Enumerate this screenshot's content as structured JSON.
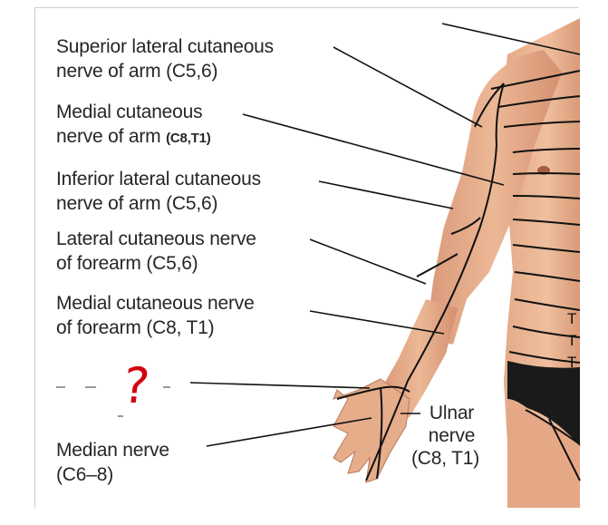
{
  "labels": {
    "superior_lateral": {
      "line1": "Superior lateral cutaneous",
      "line2": "nerve of arm (C5,6)"
    },
    "medial_arm": {
      "line1": "Medial cutaneous",
      "line2": "nerve of arm",
      "segments": "(C8,T1)"
    },
    "inferior_lateral": {
      "line1": "Inferior lateral cutaneous",
      "line2": "nerve of arm (C5,6)"
    },
    "lateral_forearm": {
      "line1": "Lateral cutaneous nerve",
      "line2": "of forearm (C5,6)"
    },
    "medial_forearm": {
      "line1": "Medial cutaneous nerve",
      "line2": "of forearm (C8, T1)"
    },
    "median": {
      "line1": "Median nerve",
      "line2": "(C6–8)"
    },
    "ulnar": {
      "line1": "Ulnar",
      "line2": "nerve",
      "line3": "(C8, T1)"
    },
    "question_mark": "?",
    "thoracic_levels": [
      "T",
      "T",
      "T"
    ]
  },
  "colors": {
    "skin": "#e8b08e",
    "skin_shadow": "#c98a68",
    "line": "#111111",
    "text": "#262626",
    "annotation": "#d40010",
    "swimwear": "#1a1a1a"
  }
}
